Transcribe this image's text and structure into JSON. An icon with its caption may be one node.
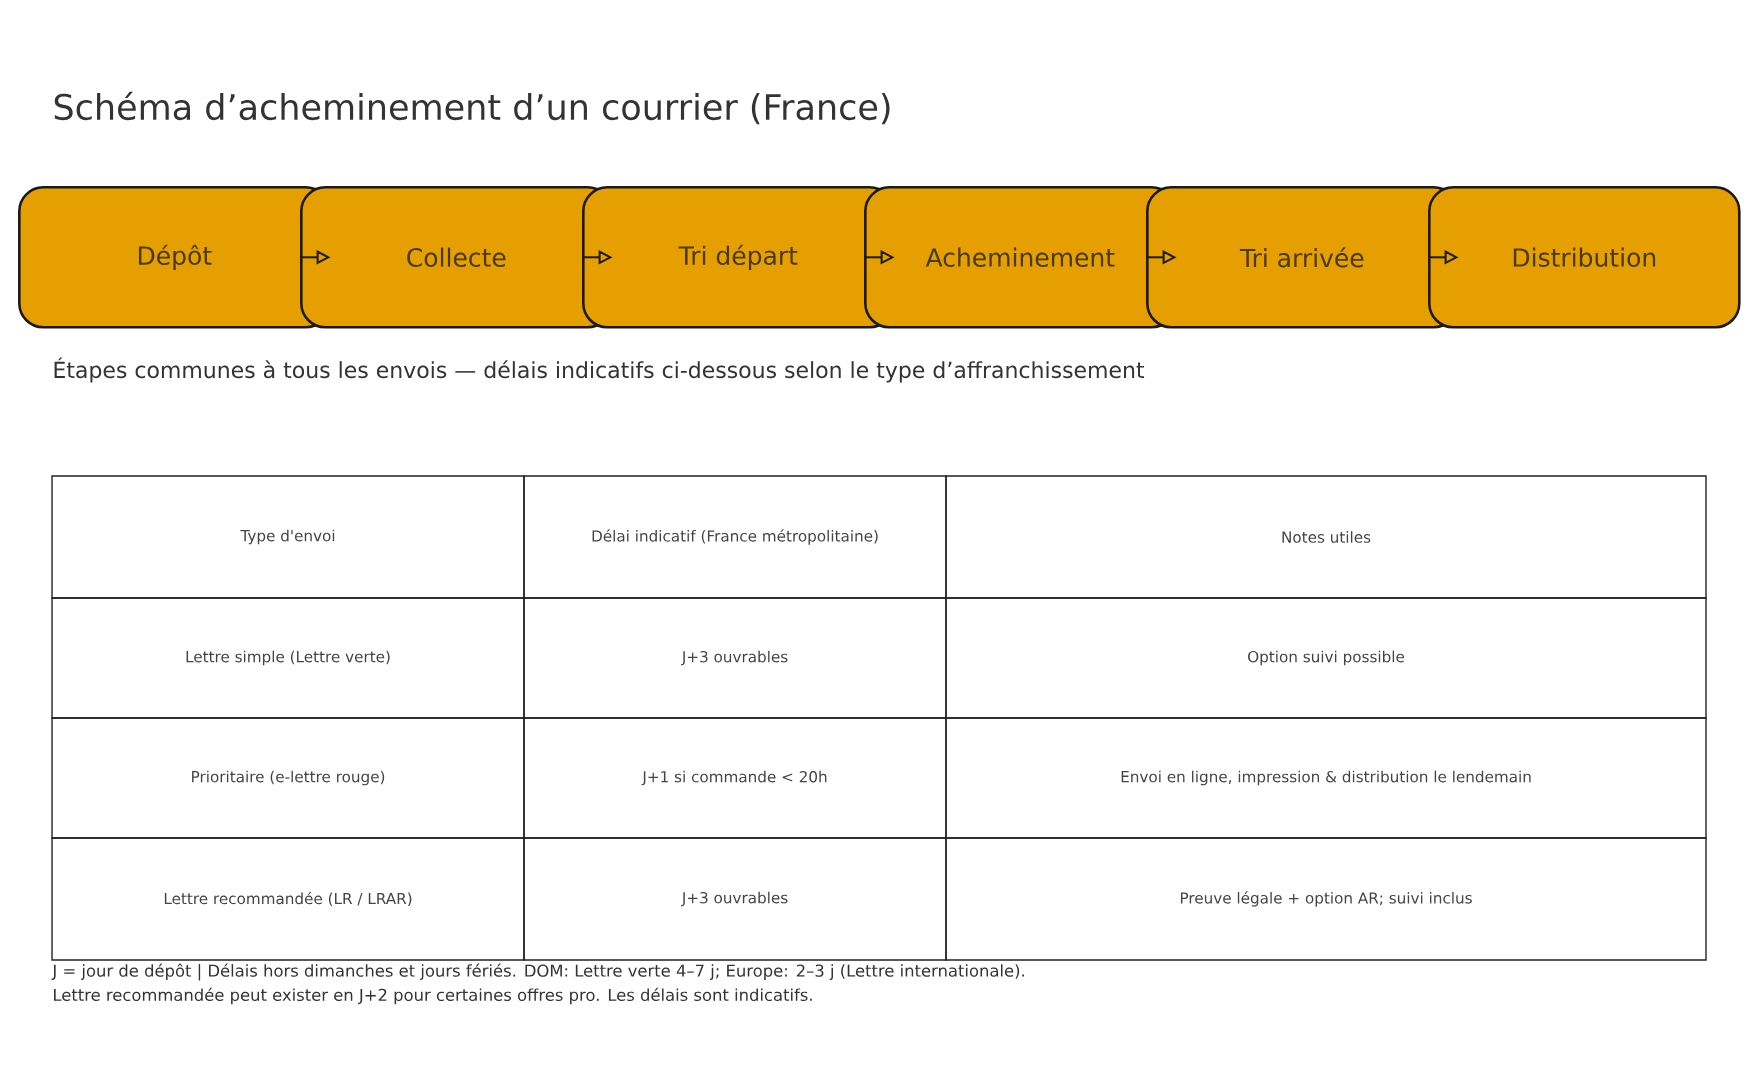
{
  "diagram": {
    "title": "Schéma d’acheminement d’un courrier (France)",
    "nodes": [
      {
        "text": [
          "Dépôt"
        ]
      },
      {
        "text": [
          "Collecte"
        ]
      },
      {
        "text": [
          "Tri départ"
        ]
      },
      {
        "text": [
          "Acheminement"
        ]
      },
      {
        "text": [
          "Tri arrivée"
        ]
      },
      {
        "text": [
          "Distribution"
        ]
      }
    ],
    "edges": [
      {
        "from": 0,
        "to": 1,
        "arrow": "to"
      },
      {
        "from": 1,
        "to": 2,
        "arrow": "to"
      },
      {
        "from": 2,
        "to": 3,
        "arrow": "to"
      },
      {
        "from": 3,
        "to": 4,
        "arrow": "to"
      },
      {
        "from": 4,
        "to": 5,
        "arrow": "to"
      }
    ],
    "labels": [
      "Étapes communes à tous les envois — délais indicatifs ci-dessous selon le type d’affranchissement",
      "Type d'envoi",
      "Délai indicatif (France métropolitaine)",
      "Notes utiles",
      "Lettre simple (Lettre verte)",
      "J+3 ouvrables",
      "Option suivi possible",
      "Prioritaire (e-lettre rouge)",
      "J+1 si commande < 20h",
      "Envoi en ligne, impression & distribution le lendemain",
      "Lettre recommandée (LR / LRAR)",
      "J+3 ouvrables",
      "Preuve légale + option AR; suivi inclus",
      "J = jour de dépôt | Délais hors dimanches et jours fériés. DOM: Lettre verte 4–7 j; Europe: 2–3 j (Lettre internationale).",
      "Lettre recommandée peut exister en J+2 pour certaines offres pro. Les délais sont indicatifs."
    ]
  }
}
